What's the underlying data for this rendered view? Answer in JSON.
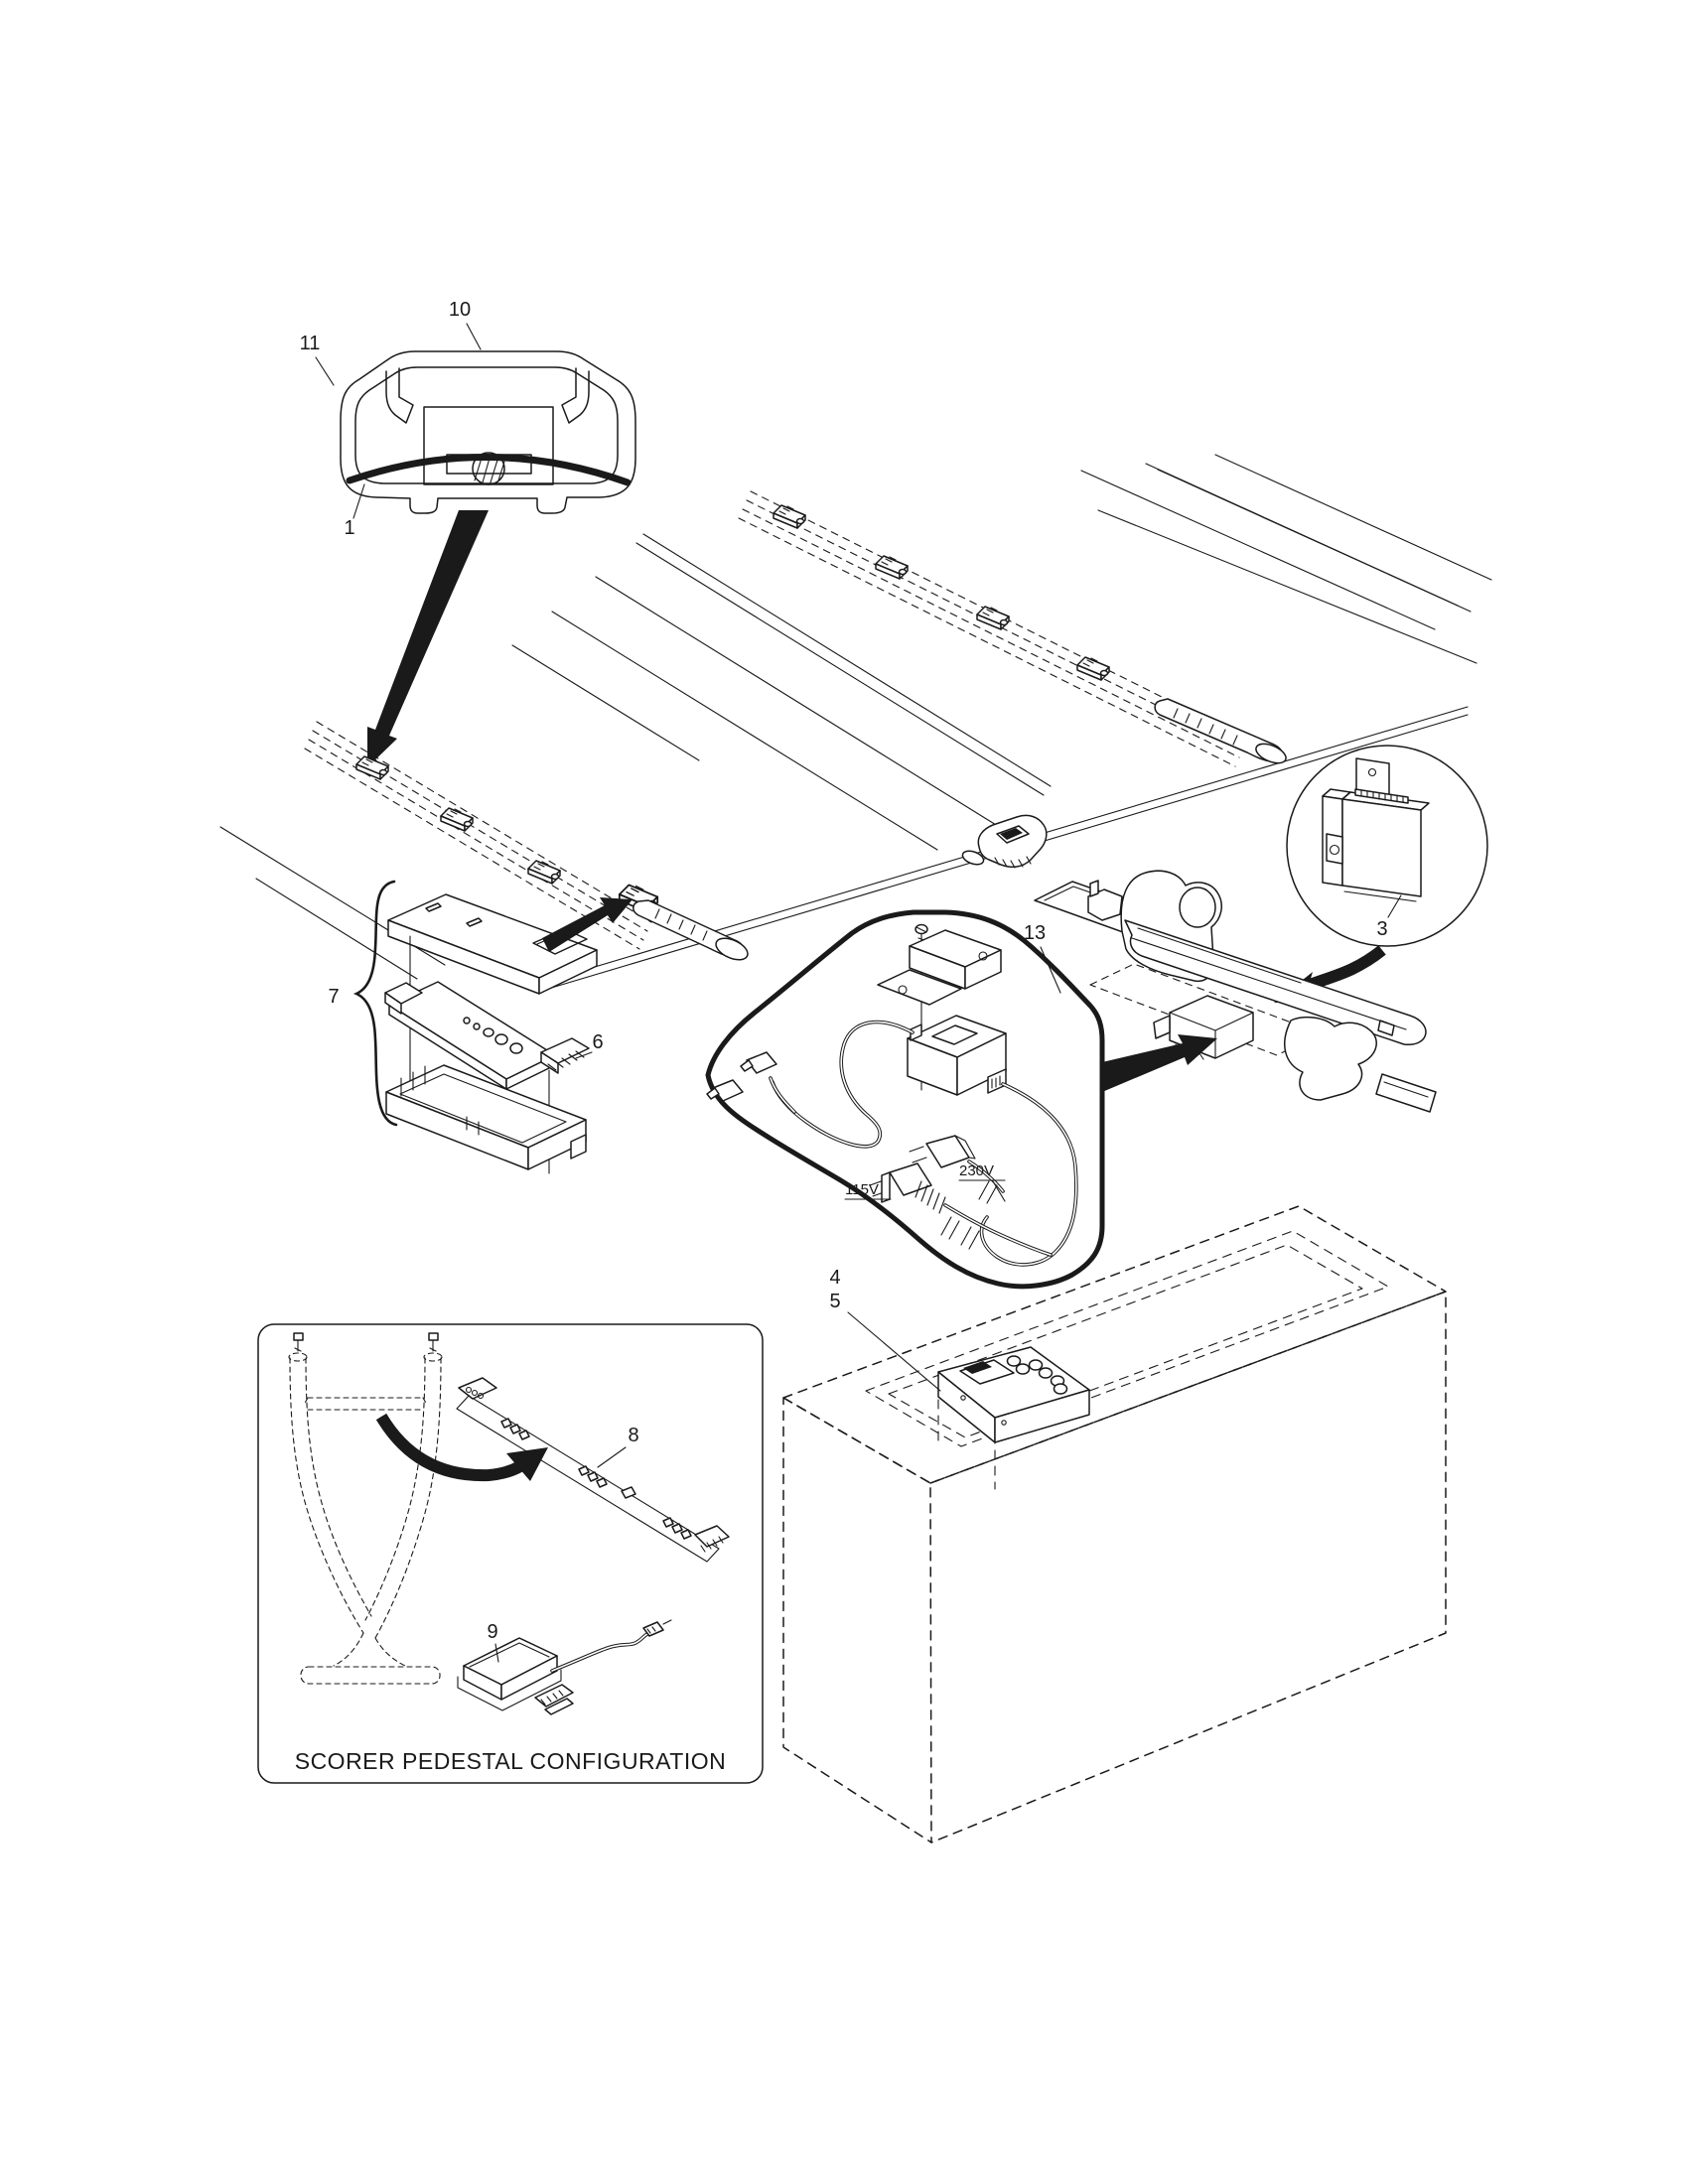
{
  "diagram": {
    "kind": "exploded-parts-diagram",
    "colors": {
      "ink": "#1a1a1a",
      "paper": "#ffffff"
    },
    "icons": {
      "flow_arrow": "tapered-black-arrow",
      "curved_arrow": "thick-curved-black-arrow",
      "brace": "curly-brace-left",
      "screw": "machine-screw-glyph"
    }
  },
  "labels": {
    "p1": "1",
    "p3": "3",
    "p4": "4",
    "p5": "5",
    "p6": "6",
    "p7": "7",
    "p8": "8",
    "p9": "9",
    "p10": "10",
    "p11": "11",
    "p13": "13"
  },
  "texts": {
    "v115": "115V",
    "v230": "230V",
    "inset_caption": "SCORER PEDESTAL CONFIGURATION"
  }
}
